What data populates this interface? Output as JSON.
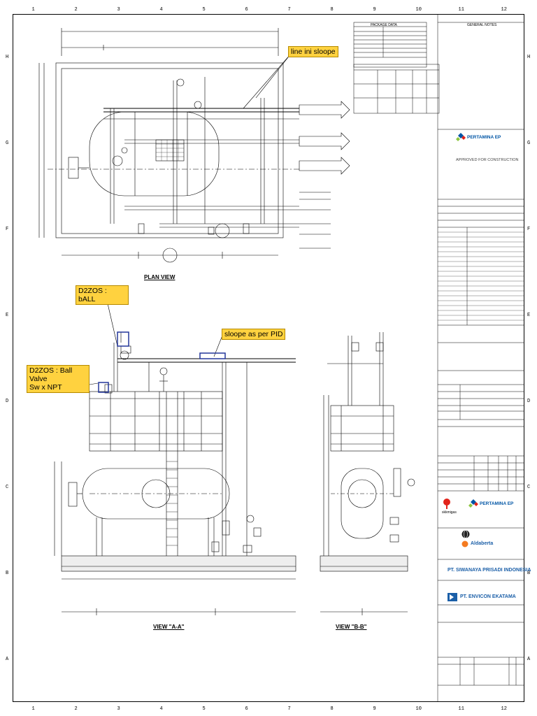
{
  "callouts": {
    "line_slope": "line ini sloope",
    "d2zos_ball": "D2ZOS : bALL",
    "slope_pid": "sloope as per PID",
    "d2zos_valve_line1": "D2ZOS : Ball Valve",
    "d2zos_valve_line2": "Sw x NPT"
  },
  "views": {
    "plan": "PLAN VIEW",
    "view_a": "VIEW \"A-A\"",
    "view_b": "VIEW \"B-B\""
  },
  "title_block": {
    "approved": "APPROVED FOR CONSTRUCTION",
    "pertamina_ep": "PERTAMINA EP",
    "pertamina_ep_2": "PERTAMINA EP",
    "sigma": "SIWANAYA PRISADI INDONESIA",
    "sigma_full": "PT. SIWANAYA PRISADI INDONESIA",
    "envicon": "PT. ENVICON EKATAMA",
    "aldaberta": "Aldaberta",
    "skkmigas": "skkmigas",
    "general_notes": "GENERAL NOTES",
    "package_data": "PACKAGE DATA"
  },
  "grid": {
    "numbers": [
      "1",
      "2",
      "3",
      "4",
      "5",
      "6",
      "7",
      "8",
      "9",
      "10",
      "11",
      "12"
    ],
    "letters": [
      "H",
      "G",
      "F",
      "E",
      "D",
      "C",
      "B",
      "A"
    ]
  },
  "colors": {
    "callout_fill": "#ffd23f",
    "pertamina_red": "#e2231a",
    "pertamina_blue": "#0055a5",
    "pertamina_green": "#8dc63f",
    "envicon_blue": "#1b5fa8"
  }
}
